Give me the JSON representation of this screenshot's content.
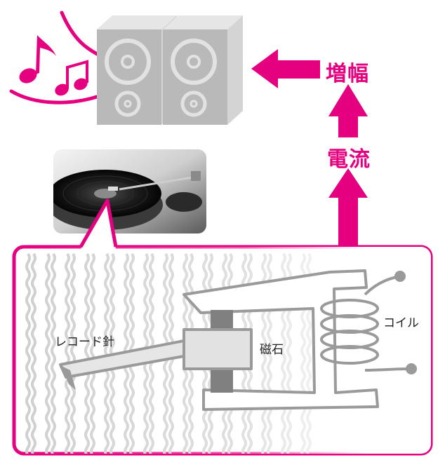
{
  "labels": {
    "amplify": "増幅",
    "current": "電流",
    "coil": "コイル",
    "magnet": "磁石",
    "needle": "レコード針"
  },
  "icons": [
    "music-notes-icon",
    "speaker-icon",
    "turntable-photo"
  ],
  "colors": {
    "accent": "#e5007f",
    "speaker_front": "#b9b9b9",
    "speaker_side": "#d4d4d4",
    "groove": "#cfcfcf",
    "device_line": "#9a9a9a",
    "magnet": "#808080"
  }
}
